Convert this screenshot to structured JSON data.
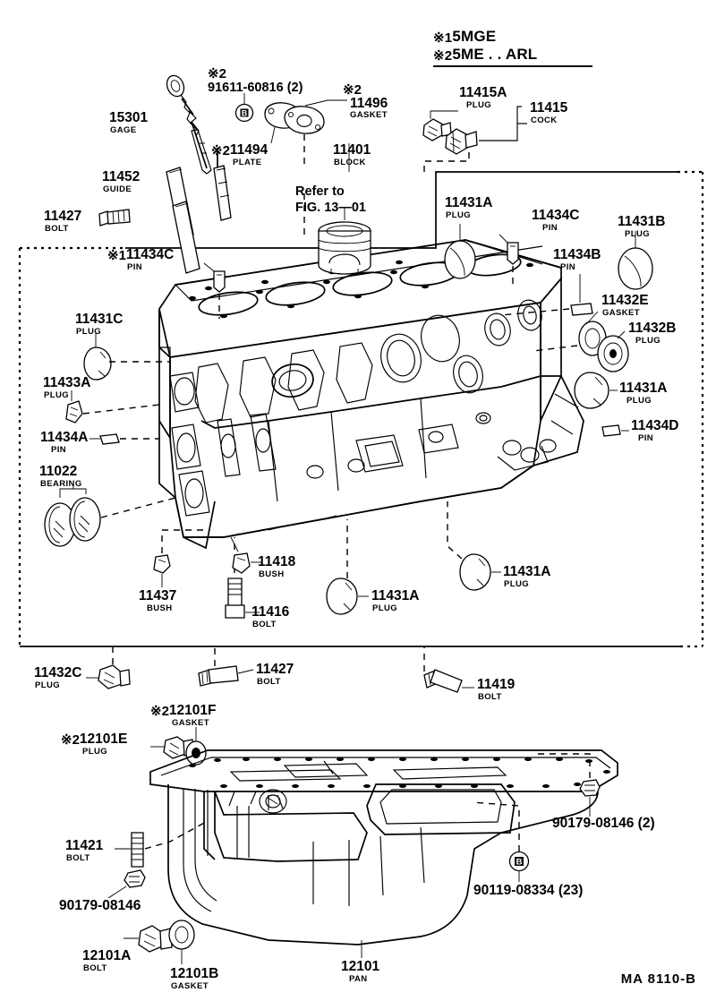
{
  "figure": {
    "code": "MA  8110-B",
    "refer_note_line1": "Refer to",
    "refer_note_line2": "FIG. 13—01"
  },
  "legend": {
    "line1_mark": "※1",
    "line1_text": "5MGE",
    "line2_mark": "※2",
    "line2_text": "5ME . . ARL"
  },
  "labels": {
    "gage": {
      "num": "15301",
      "sub": "GAGE"
    },
    "guide": {
      "num": "11452",
      "sub": "GUIDE"
    },
    "bolt_11427_top": {
      "num": "11427",
      "sub": "BOLT"
    },
    "bolt_91611": {
      "mark": "※2",
      "num": "91611-60816 (2)",
      "sub": ""
    },
    "plate_11494": {
      "mark": "※2",
      "num": "11494",
      "sub": "PLATE"
    },
    "gasket_11496": {
      "mark": "※2",
      "num": "11496",
      "sub": "GASKET"
    },
    "block_11401": {
      "num": "11401",
      "sub": "BLOCK"
    },
    "plug_11415A": {
      "num": "11415A",
      "sub": "PLUG"
    },
    "cock_11415": {
      "num": "11415",
      "sub": "COCK"
    },
    "pin_11434C_left": {
      "mark": "※1",
      "num": "11434C",
      "sub": "PIN"
    },
    "plug_11431C": {
      "num": "11431C",
      "sub": "PLUG"
    },
    "plug_11433A": {
      "num": "11433A",
      "sub": "PLUG"
    },
    "pin_11434A": {
      "num": "11434A",
      "sub": "PIN"
    },
    "bearing_11022": {
      "num": "11022",
      "sub": "BEARING"
    },
    "bush_11437": {
      "num": "11437",
      "sub": "BUSH"
    },
    "bolt_11416": {
      "num": "11416",
      "sub": "BOLT"
    },
    "bush_11418": {
      "num": "11418",
      "sub": "BUSH"
    },
    "plug_11431A_mid": {
      "num": "11431A",
      "sub": "PLUG"
    },
    "plug_11431A_top": {
      "num": "11431A",
      "sub": "PLUG"
    },
    "pin_11434C_right": {
      "num": "11434C",
      "sub": "PIN"
    },
    "plug_11431B": {
      "num": "11431B",
      "sub": "PLUG"
    },
    "pin_11434B": {
      "num": "11434B",
      "sub": "PIN"
    },
    "gasket_11432E": {
      "num": "11432E",
      "sub": "GASKET"
    },
    "plug_11432B": {
      "num": "11432B",
      "sub": "PLUG"
    },
    "plug_11431A_right": {
      "num": "11431A",
      "sub": "PLUG"
    },
    "pin_11434D": {
      "num": "11434D",
      "sub": "PIN"
    },
    "plug_11431A_lower": {
      "num": "11431A",
      "sub": "PLUG"
    },
    "plug_11432C": {
      "num": "11432C",
      "sub": "PLUG"
    },
    "bolt_11427_bottom": {
      "num": "11427",
      "sub": "BOLT"
    },
    "bolt_11419": {
      "num": "11419",
      "sub": "BOLT"
    },
    "plug_12101E": {
      "mark": "※2",
      "num": "12101E",
      "sub": "PLUG"
    },
    "gasket_12101F": {
      "mark": "※2",
      "num": "12101F",
      "sub": "GASKET"
    },
    "bolt_11421": {
      "num": "11421",
      "sub": "BOLT"
    },
    "bolt_90179_left": {
      "num": "90179-08146",
      "sub": ""
    },
    "bolt_90179_right": {
      "num": "90179-08146 (2)",
      "sub": ""
    },
    "bolt_90119": {
      "num": "90119-08334 (23)",
      "sub": ""
    },
    "bolt_12101A": {
      "num": "12101A",
      "sub": "BOLT"
    },
    "gasket_12101B": {
      "num": "12101B",
      "sub": "GASKET"
    },
    "pan_12101": {
      "num": "12101",
      "sub": "PAN"
    }
  },
  "colors": {
    "ink": "#000000",
    "paper": "#ffffff"
  }
}
